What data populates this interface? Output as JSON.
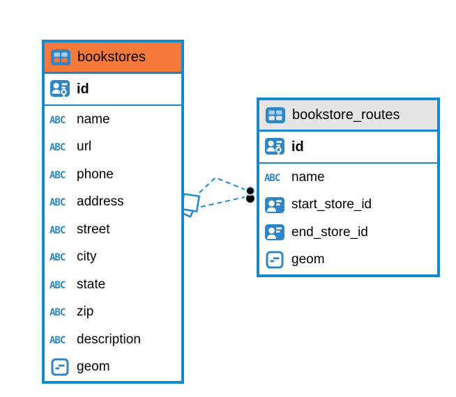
{
  "diagram": {
    "background": "#ffffff",
    "border_blue": "#1787CE",
    "icon_blue": "#2F86C6",
    "line_blue": "#1E88CE"
  },
  "tables": [
    {
      "title": "bookstores",
      "header_color": "#F5793B",
      "header_icon": "table-icon",
      "columns": [
        {
          "name": "id",
          "type_icon": "primary-key-icon",
          "is_key": true
        },
        {
          "name": "name",
          "type_icon": "text-type-icon"
        },
        {
          "name": "url",
          "type_icon": "text-type-icon"
        },
        {
          "name": "phone",
          "type_icon": "text-type-icon"
        },
        {
          "name": "address",
          "type_icon": "text-type-icon"
        },
        {
          "name": "street",
          "type_icon": "text-type-icon"
        },
        {
          "name": "city",
          "type_icon": "text-type-icon"
        },
        {
          "name": "state",
          "type_icon": "text-type-icon"
        },
        {
          "name": "zip",
          "type_icon": "text-type-icon"
        },
        {
          "name": "description",
          "type_icon": "text-type-icon"
        },
        {
          "name": "geom",
          "type_icon": "geometry-type-icon"
        }
      ]
    },
    {
      "title": "bookstore_routes",
      "header_color": "#E5E5E5",
      "header_icon": "table-icon",
      "columns": [
        {
          "name": "id",
          "type_icon": "primary-key-icon",
          "is_key": true
        },
        {
          "name": "name",
          "type_icon": "text-type-icon"
        },
        {
          "name": "start_store_id",
          "type_icon": "foreign-key-icon"
        },
        {
          "name": "end_store_id",
          "type_icon": "foreign-key-icon"
        },
        {
          "name": "geom",
          "type_icon": "geometry-type-icon"
        }
      ]
    }
  ],
  "relationship": {
    "from_table": "bookstore_routes",
    "to_table": "bookstores",
    "line_style": "dashed",
    "line_color": "#1E88CE",
    "marker_at_bookstores": "diamond",
    "markers_at_bookstore_routes": [
      "dot",
      "dot"
    ]
  }
}
